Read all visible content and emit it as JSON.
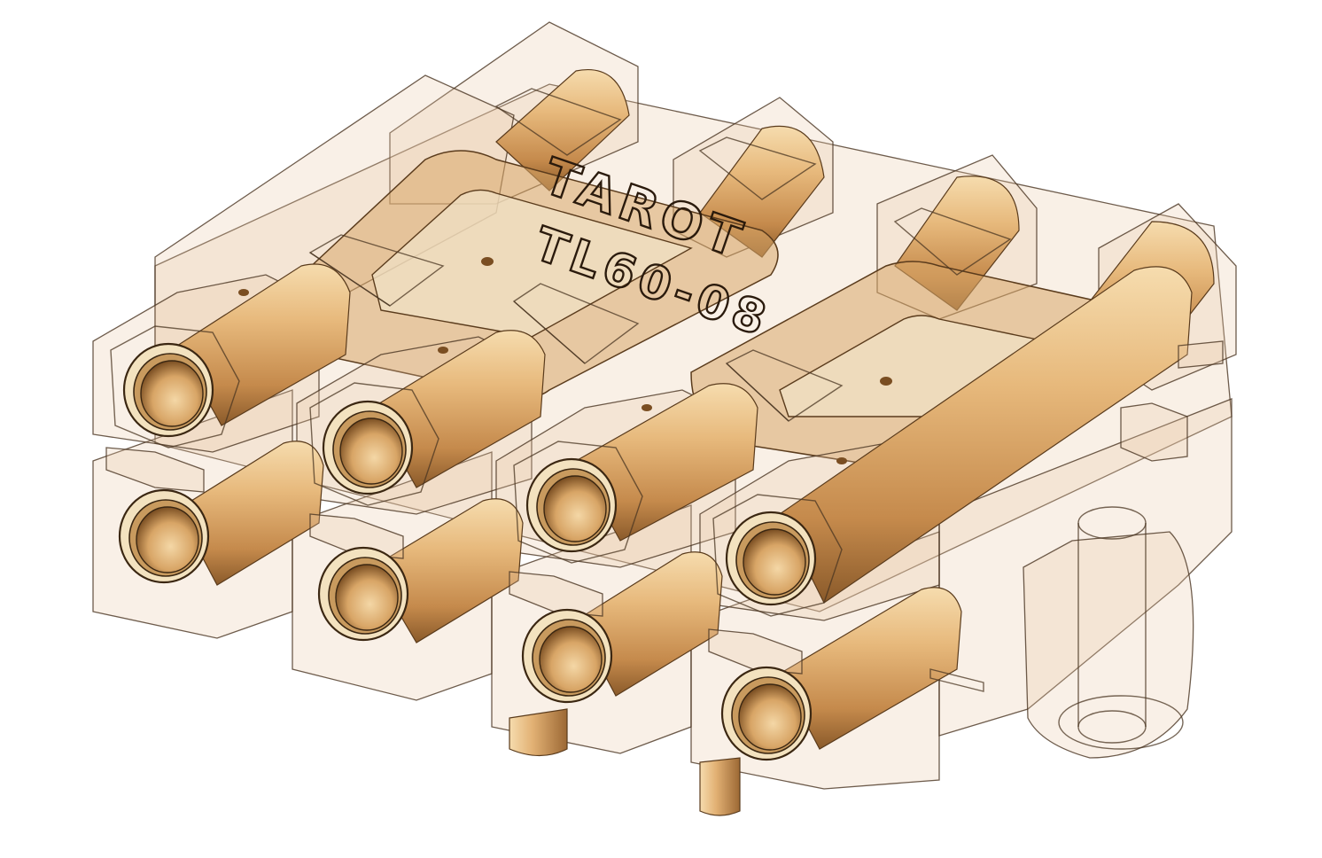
{
  "image": {
    "kind": "3d-render",
    "subject": "transparent-housing-connector-block",
    "colors": {
      "background": "#ffffff",
      "brass_light": "#f0cd98",
      "brass_mid": "#d8a566",
      "brass_dark": "#8a5a2a",
      "housing_tint": "#e8c9a8",
      "edge_line": "#4a3522"
    }
  },
  "engraving": {
    "brand": "TAROT",
    "part_number": "TL60-08"
  },
  "bores": {
    "front_top_count": 4,
    "front_bottom_count": 4
  }
}
